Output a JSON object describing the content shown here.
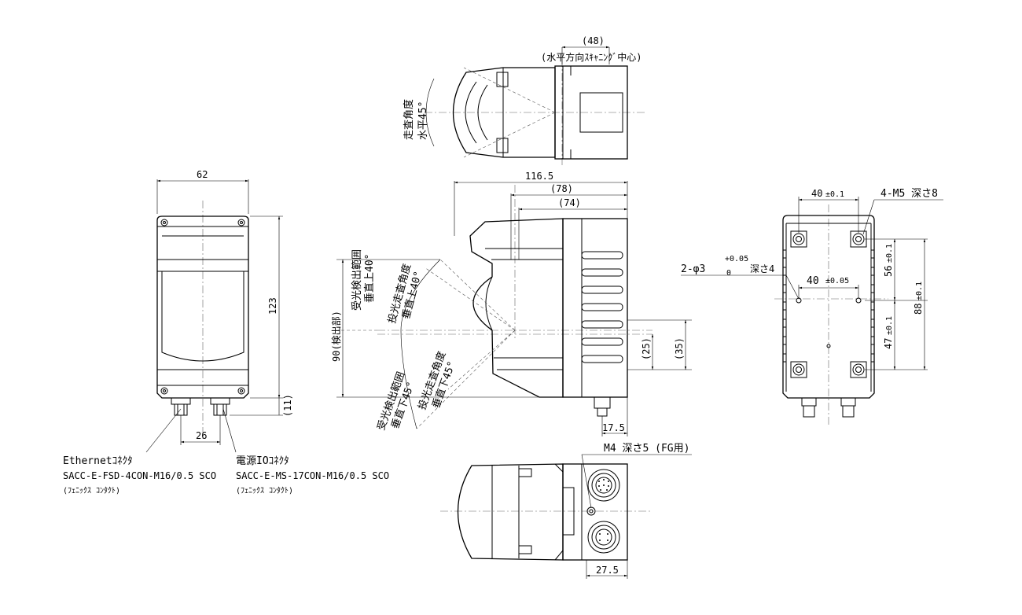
{
  "top_view": {
    "dim_48": "(48)",
    "center_note": "(水平方向ｽｷｬﾆﾝｸﾞ中心)",
    "scan_label_line1": "走査角度",
    "scan_label_line2": "水平45°"
  },
  "front_view": {
    "width": "62",
    "height": "123",
    "connector_offset": "(11)",
    "connector_spacing": "26"
  },
  "side_view": {
    "total_length": "116.5",
    "length_78": "(78)",
    "length_74": "(74)",
    "detect_range": "90(検出部)",
    "recv_up": [
      "受光検出範囲",
      "垂直上40°"
    ],
    "proj_up": [
      "投光走査角度",
      "垂直上40°"
    ],
    "recv_down": [
      "受光検出範囲",
      "垂直下45°"
    ],
    "proj_down": [
      "投光走査角度",
      "垂直下45°"
    ],
    "dim_25": "(25)",
    "dim_35": "(35)",
    "dim_17_5": "17.5"
  },
  "bottom_view": {
    "m4_note": "M4 深さ5 (FG用)",
    "dim_27_5": "27.5"
  },
  "back_view": {
    "hole_spacing_top": "40",
    "tol_top": "±0.1",
    "m5_note": "4-M5 深さ8",
    "pin_hole": "2-φ3",
    "pin_tol_upper": "+0.05",
    "pin_tol_lower": "0",
    "pin_depth": "深さ4",
    "pin_spacing": "40",
    "pin_spacing_tol": "±0.05",
    "dim_56": "56",
    "dim_56_tol": "±0.1",
    "dim_47": "47",
    "dim_47_tol": "±0.1",
    "dim_88": "88",
    "dim_88_tol": "±0.1"
  },
  "connectors": {
    "ethernet_title": "Ethernetｺﾈｸﾀ",
    "ethernet_part": "SACC-E-FSD-4CON-M16/0.5 SCO",
    "ethernet_maker": "(ﾌｪﾆｯｸｽ ｺﾝﾀｸﾄ)",
    "power_title": "電源IOｺﾈｸﾀ",
    "power_part": "SACC-E-MS-17CON-M16/0.5 SCO",
    "power_maker": "(ﾌｪﾆｯｸｽ ｺﾝﾀｸﾄ)"
  }
}
